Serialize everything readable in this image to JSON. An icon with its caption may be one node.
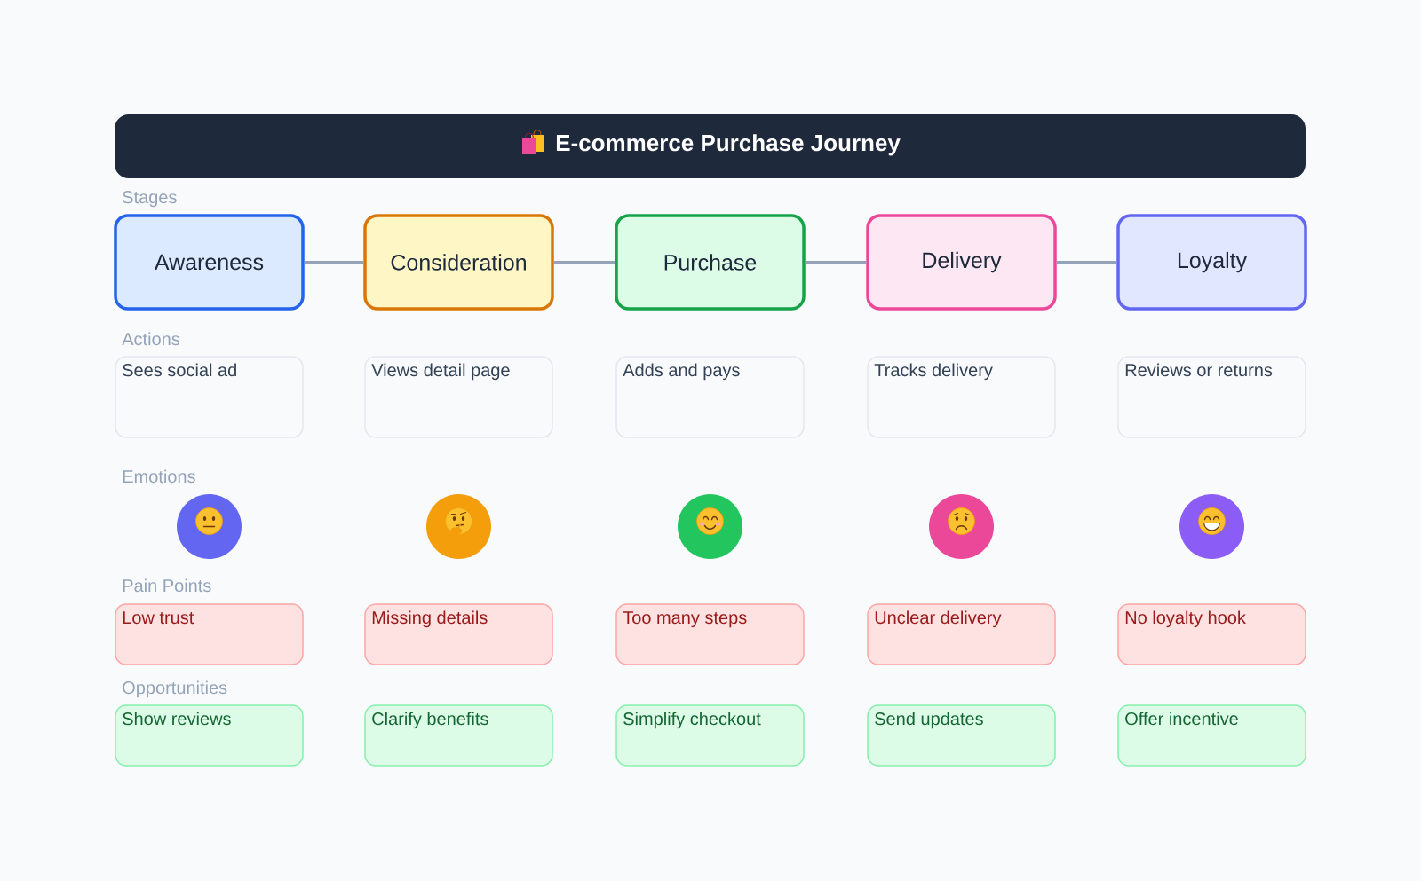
{
  "diagram": {
    "title": "E-commerce Purchase Journey",
    "nodes": [
      {
        "text": [
          "Awareness"
        ]
      },
      {
        "text": [
          "Consideration"
        ]
      },
      {
        "text": [
          "Purchase"
        ]
      },
      {
        "text": [
          "Delivery"
        ]
      },
      {
        "text": [
          "Loyalty"
        ]
      },
      {
        "text": [
          "Sees social ad"
        ]
      },
      {
        "text": [
          "Views detail page"
        ]
      },
      {
        "text": [
          "Adds and pays"
        ]
      },
      {
        "text": [
          "Tracks delivery"
        ]
      },
      {
        "text": [
          "Reviews or returns"
        ]
      },
      {
        "text": [],
        "shape": "circle"
      },
      {
        "text": [],
        "shape": "circle"
      },
      {
        "text": [],
        "shape": "circle"
      },
      {
        "text": [],
        "shape": "circle"
      },
      {
        "text": [],
        "shape": "circle"
      },
      {
        "text": [
          "Low trust"
        ]
      },
      {
        "text": [
          "Missing details"
        ]
      },
      {
        "text": [
          "Too many steps"
        ]
      },
      {
        "text": [
          "Unclear delivery"
        ]
      },
      {
        "text": [
          "No loyalty hook"
        ]
      },
      {
        "text": [
          "Show reviews"
        ]
      },
      {
        "text": [
          "Clarify benefits"
        ]
      },
      {
        "text": [
          "Simplify checkout"
        ]
      },
      {
        "text": [
          "Send updates"
        ]
      },
      {
        "text": [
          "Offer incentive"
        ]
      }
    ],
    "edges": [
      {
        "from": 0,
        "to": 1,
        "arrow": "none"
      },
      {
        "from": 1,
        "to": 2,
        "arrow": "none"
      },
      {
        "from": 2,
        "to": 3,
        "arrow": "none"
      },
      {
        "from": 3,
        "to": 4,
        "arrow": "none"
      }
    ],
    "labels": [
      "Stages",
      "Actions",
      "Emotions",
      "Pain Points",
      "Opportunities"
    ]
  }
}
